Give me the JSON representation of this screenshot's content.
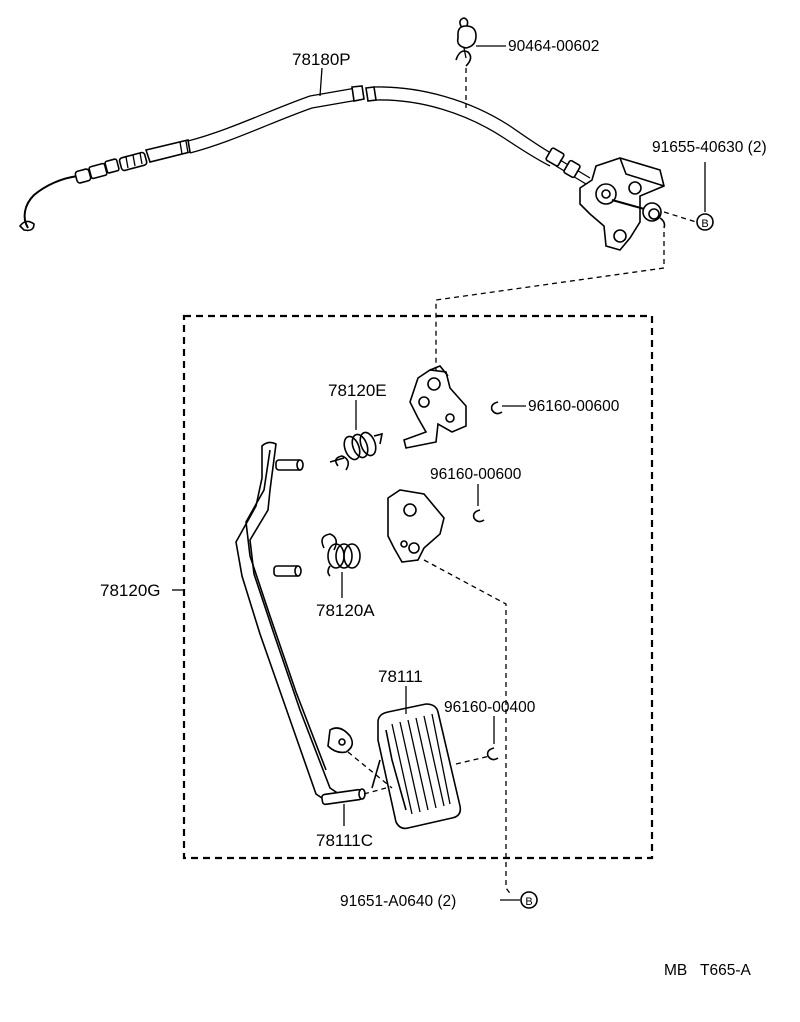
{
  "diagram": {
    "labels": {
      "cable": "78180P",
      "clip_top": "90464-00602",
      "bolt_top": "91655-40630 (2)",
      "spring_e": "78120E",
      "ering_1": "96160-00600",
      "ering_2": "96160-00600",
      "pedal_arm": "78120G",
      "spring_a": "78120A",
      "pad": "78111",
      "ering_3": "96160-00400",
      "pin": "78111C",
      "bolt_bottom": "91651-A0640 (2)",
      "ref_code_left": "MB",
      "ref_code_right": "T665-A"
    },
    "markers": {
      "top": "B",
      "bottom": "B"
    }
  }
}
